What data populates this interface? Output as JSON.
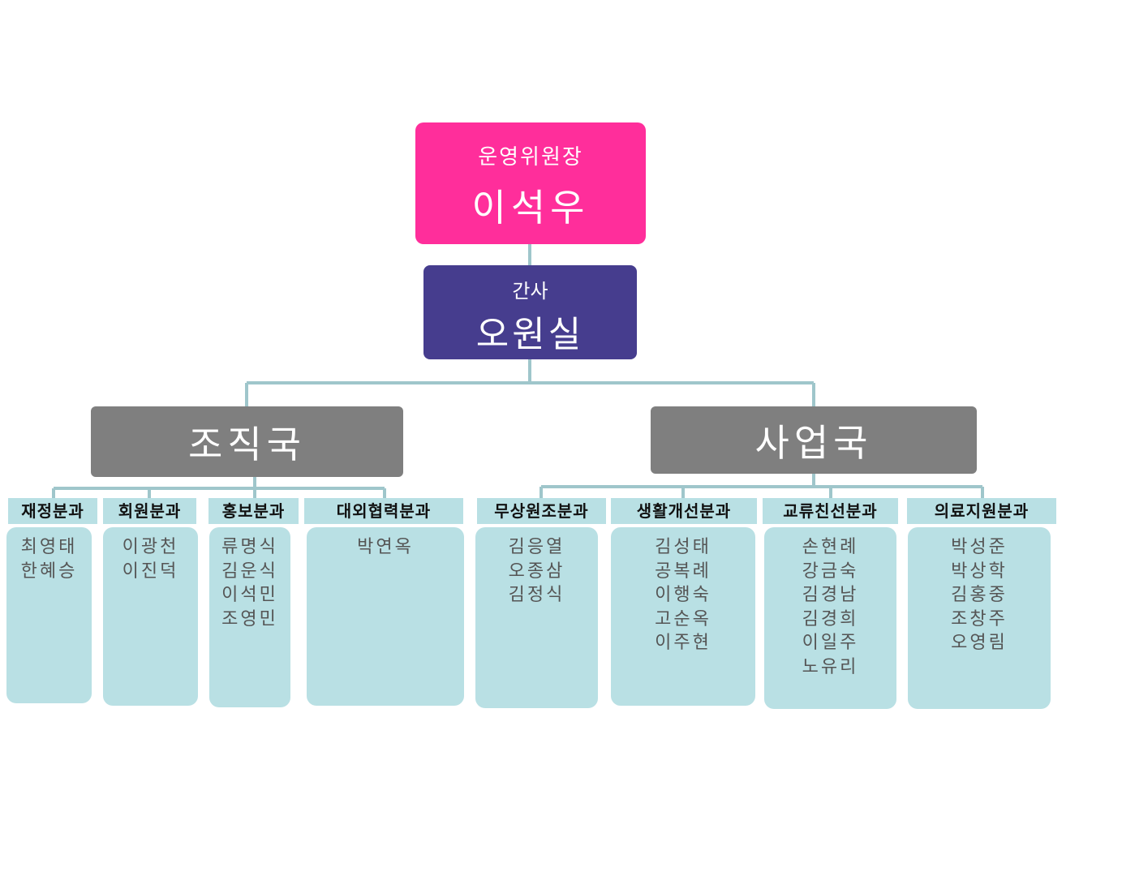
{
  "chair": {
    "role": "운영위원장",
    "name": "이석우"
  },
  "secretary": {
    "role": "간사",
    "name": "오원실"
  },
  "bureaus": [
    {
      "name": "조직국",
      "divisions": [
        {
          "name": "재정분과",
          "members": [
            "최영태",
            "한혜승"
          ]
        },
        {
          "name": "회원분과",
          "members": [
            "이광천",
            "이진덕"
          ]
        },
        {
          "name": "홍보분과",
          "members": [
            "류명식",
            "김운식",
            "이석민",
            "조영민"
          ]
        },
        {
          "name": "대외협력분과",
          "members": [
            "박연옥"
          ]
        }
      ]
    },
    {
      "name": "사업국",
      "divisions": [
        {
          "name": "무상원조분과",
          "members": [
            "김응열",
            "오종삼",
            "김정식"
          ]
        },
        {
          "name": "생활개선분과",
          "members": [
            "김성태",
            "공복례",
            "이행숙",
            "고순옥",
            "이주현"
          ]
        },
        {
          "name": "교류친선분과",
          "members": [
            "손현례",
            "강금숙",
            "김경남",
            "김경희",
            "이일주",
            "노유리"
          ]
        },
        {
          "name": "의료지원분과",
          "members": [
            "박성준",
            "박상학",
            "김홍중",
            "조창주",
            "오영림"
          ]
        }
      ]
    }
  ],
  "colors": {
    "chair": "#ff2e9b",
    "secretary": "#463d8e",
    "bureau": "#7f7f7f",
    "division": "#b9e0e4",
    "connector": "#9fc6cb"
  }
}
